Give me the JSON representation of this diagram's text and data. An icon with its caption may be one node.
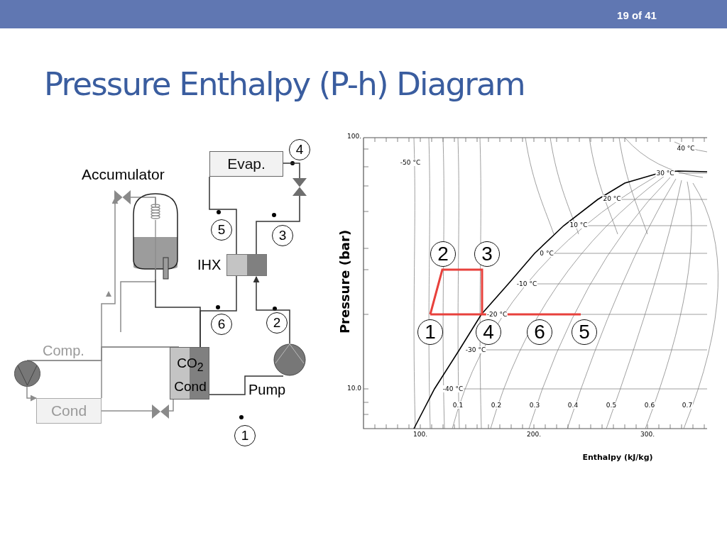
{
  "diagram": {
    "title": "Pressure Enthalpy (P-h) Diagram",
    "nodes": [
      {
        "text": [
          "Evap."
        ]
      },
      {
        "text": [],
        "shape": "valve"
      },
      {
        "text": [
          "IHX"
        ]
      },
      {
        "text": [
          "Accumulator"
        ]
      },
      {
        "text": [],
        "shape": "valve"
      },
      {
        "text": [
          "CO$_{2}$ Cond"
        ]
      },
      {
        "text": [
          "Pump"
        ]
      },
      {
        "text": [
          "Comp."
        ]
      },
      {
        "text": [
          "Cond"
        ]
      },
      {
        "text": [],
        "shape": "valve"
      },
      {
        "text": [
          "4"
        ]
      },
      {
        "text": [
          "5"
        ]
      },
      {
        "text": [
          "3"
        ]
      },
      {
        "text": [
          "6"
        ]
      },
      {
        "text": [
          "2"
        ]
      },
      {
        "text": [
          "1"
        ]
      },
      {
        "text": [
          "2"
        ]
      },
      {
        "text": [
          "3"
        ]
      },
      {
        "text": [
          "1"
        ]
      },
      {
        "text": [
          "4"
        ]
      },
      {
        "text": [
          "6"
        ]
      },
      {
        "text": [
          "5"
        ]
      }
    ],
    "edges": [
      {
        "from": 0,
        "to": 2,
        "arrow": "none"
      },
      {
        "from": 2,
        "to": 1,
        "arrow": "none"
      },
      {
        "from": 1,
        "to": 0,
        "arrow": "none"
      },
      {
        "from": 2,
        "to": 5,
        "arrow": "none"
      },
      {
        "from": 3,
        "to": 5,
        "arrow": "none"
      },
      {
        "from": 6,
        "to": 2,
        "arrow": "to"
      },
      {
        "from": 5,
        "to": 6,
        "arrow": "none"
      },
      {
        "from": 3,
        "to": 4,
        "arrow": "none",
        "color": "#8c8c8c"
      },
      {
        "from": 7,
        "to": 4,
        "arrow": "to",
        "color": "#8c8c8c"
      },
      {
        "from": 5,
        "to": 7,
        "arrow": "none",
        "color": "#8c8c8c"
      },
      {
        "from": 7,
        "to": 8,
        "arrow": "to",
        "color": "#8c8c8c"
      },
      {
        "from": 8,
        "to": 9,
        "arrow": "none",
        "color": "#8c8c8c"
      },
      {
        "from": 9,
        "to": 5,
        "arrow": "none",
        "color": "#8c8c8c"
      },
      {
        "from": 5,
        "to": 8,
        "arrow": "none",
        "color": "#8c8c8c"
      }
    ],
    "labels": [
      "19 of 41",
      "100.",
      "-50 °C",
      "40 °C",
      "30 °C",
      "20 °C",
      "10 °C",
      "0 °C",
      "Pressure (bar)",
      "-10 °C",
      "-20 °C",
      "-30 °C",
      "10.0",
      "-40 °C",
      "0.1",
      "0.2",
      "0.3",
      "0.4",
      "0.5",
      "0.6",
      "0.7",
      "100.",
      "200.",
      "300.",
      "Enthalpy (kJ/kg)"
    ]
  }
}
